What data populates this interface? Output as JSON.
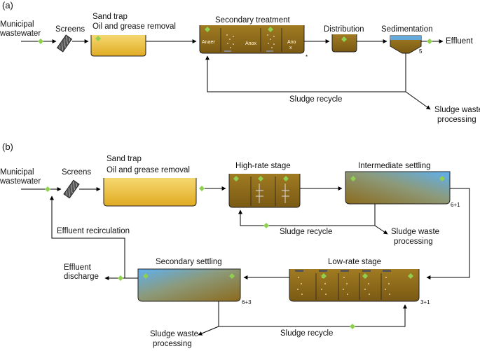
{
  "panel_a": {
    "tag": "(a)",
    "input_label_1": "Municipal",
    "input_label_2": "wastewater",
    "screens": "Screens",
    "sandtrap_1": "Sand trap",
    "sandtrap_2": "Oil and grease removal",
    "secondary": "Secondary treatment",
    "zone_anaer": "Anaer",
    "zone_anox": "Anox",
    "zone_anox2_1": "Ano",
    "zone_anox2_2": "x",
    "asterisk": "*",
    "distribution": "Distribution",
    "sedimentation": "Sedimentation",
    "sed_number": "5",
    "effluent": "Effluent",
    "sludge_recycle": "Sludge recycle",
    "sludge_waste_1": "Sludge waste",
    "sludge_waste_2": "processing"
  },
  "panel_b": {
    "tag": "(b)",
    "input_label_1": "Municipal",
    "input_label_2": "wastewater",
    "screens": "Screens",
    "sandtrap_1": "Sand trap",
    "sandtrap_2": "Oil and grease removal",
    "high_rate": "High-rate stage",
    "intermediate": "Intermediate settling",
    "intermediate_num": "6+1",
    "sludge_recycle_1": "Sludge recycle",
    "sludge_waste_a_1": "Sludge waste",
    "sludge_waste_a_2": "processing",
    "effluent_recirc": "Effluent recirculation",
    "effluent_discharge_1": "Effluent",
    "effluent_discharge_2": "discharge",
    "secondary_settling": "Secondary settling",
    "secondary_num": "6+3",
    "low_rate": "Low-rate stage",
    "low_rate_num": "3+1",
    "sludge_waste_b_1": "Sludge waste",
    "sludge_waste_b_2": "processing",
    "sludge_recycle_2": "Sludge recycle"
  },
  "colors": {
    "tank_brown": "#8c6a1c",
    "tank_yellow": "#f0c040",
    "settler_blue": "#5ba4e6",
    "marker_green": "#8fd14f"
  }
}
